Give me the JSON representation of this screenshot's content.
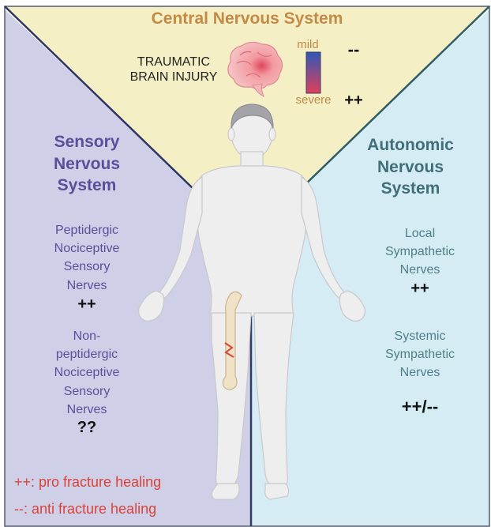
{
  "colors": {
    "cns_bg": "#f5efc6",
    "sensory_bg": "#cfd0e8",
    "autonomic_bg": "#d6ecf4",
    "cns_title": "#c48a45",
    "sensory_title": "#5a4f9a",
    "sensory_text": "#5a4f9a",
    "autonomic_title": "#3f6f78",
    "autonomic_text": "#4d7f88",
    "divider_left": "#2f3562",
    "divider_right": "#2e5d68",
    "legend_text": "#d9433a",
    "body_fill": "#eeeeef",
    "bone_fill": "#efe2c6",
    "brain_fill": "#f2a7aa"
  },
  "cns": {
    "title": "Central Nervous System",
    "tbi_line1": "TRAUMATIC",
    "tbi_line2": "BRAIN INJURY",
    "scale_mild": "mild",
    "scale_severe": "severe",
    "mild_sign": "--",
    "severe_sign": "++",
    "brain_icon": "brain-icon"
  },
  "sensory": {
    "title_line1": "Sensory",
    "title_line2": "Nervous",
    "title_line3": "System",
    "peptidergic": [
      "Peptidergic",
      "Nociceptive",
      "Sensory",
      "Nerves"
    ],
    "peptidergic_sign": "++",
    "nonpeptidergic": [
      "Non-",
      "peptidergic",
      "Nociceptive",
      "Sensory",
      "Nerves"
    ],
    "nonpeptidergic_sign": "??"
  },
  "autonomic": {
    "title_line1": "Autonomic",
    "title_line2": "Nervous",
    "title_line3": "System",
    "local": [
      "Local",
      "Sympathetic",
      "Nerves"
    ],
    "local_sign": "++",
    "systemic": [
      "Systemic",
      "Sympathetic",
      "Nerves"
    ],
    "systemic_sign": "++/--"
  },
  "legend": {
    "pro": "++: pro fracture healing",
    "anti": "--: anti fracture healing"
  },
  "figure": {
    "body_icon": "human-body-icon",
    "bone_icon": "femur-fracture-icon"
  }
}
